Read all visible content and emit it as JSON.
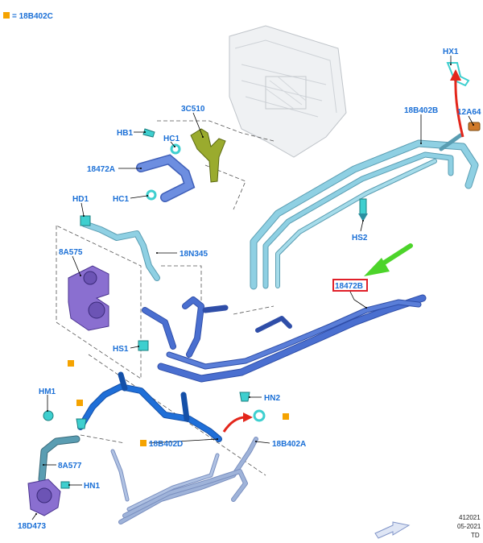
{
  "legend": {
    "marker_color": "#f5a300",
    "text": "= 18B402C"
  },
  "labels": {
    "HX1": "HX1",
    "12A64": "12A64",
    "18B402B": "18B402B",
    "3C510": "3C510",
    "HB1": "HB1",
    "HC1_top": "HC1",
    "18472A": "18472A",
    "HC1_bottom": "HC1",
    "HD1": "HD1",
    "HS2": "HS2",
    "8A575": "8A575",
    "18N345": "18N345",
    "18472B": "18472B",
    "HS1": "HS1",
    "HM1": "HM1",
    "HN2": "HN2",
    "18B402D": "18B402D",
    "18B402A": "18B402A",
    "8A577": "8A577",
    "HN1": "HN1",
    "18D473": "18D473"
  },
  "footer": {
    "code": "412021",
    "date": "05-2021",
    "initials": "TD"
  },
  "colors": {
    "label": "#1a6fd6",
    "hose_light": "#8fd0e3",
    "hose_dark": "#4a6fd0",
    "hose_blue": "#1f6fd8",
    "hose_grey": "#9fb3d9",
    "bracket": "#9aab2e",
    "pump": "#8a6fd0",
    "clip": "#3ecfcf",
    "highlight_box": "#e0202a",
    "red_arrow": "#e3261b",
    "green_arrow": "#4cd42a",
    "orange_marker": "#f5a300"
  }
}
